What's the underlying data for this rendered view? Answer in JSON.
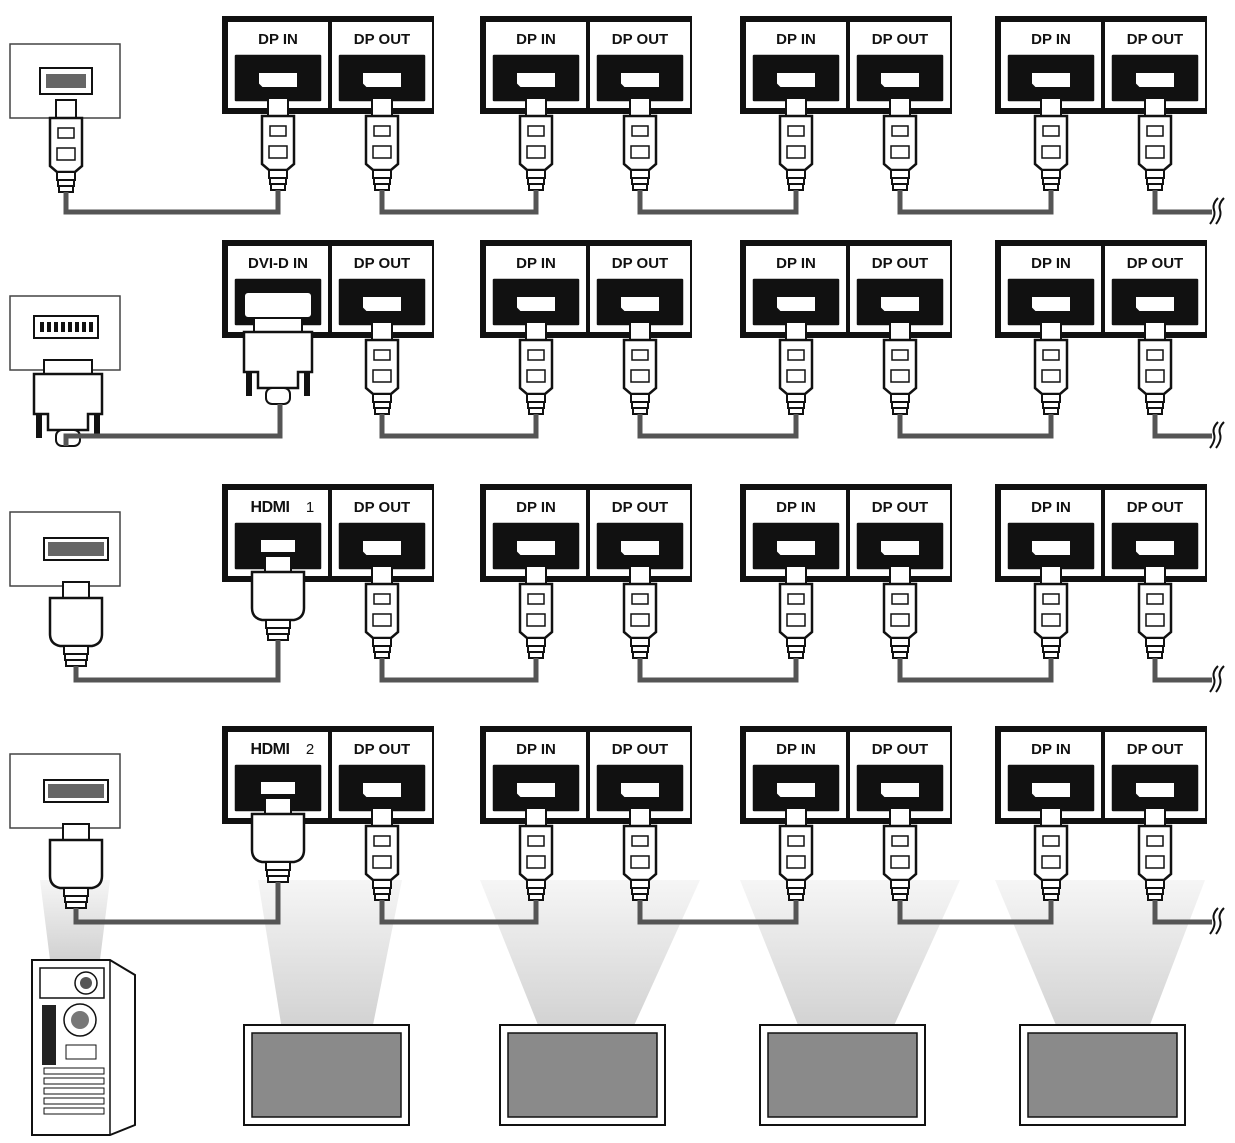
{
  "labels": {
    "dp_in": "DP IN",
    "dp_out": "DP OUT",
    "dvi_d_in": "DVI-D IN",
    "hdmi_word": "HDMI",
    "hdmi1_num": "1",
    "hdmi2_num": "2"
  },
  "rows": [
    {
      "source": "displayport",
      "first_input": "dp_in"
    },
    {
      "source": "dvi",
      "first_input": "dvi_d_in"
    },
    {
      "source": "hdmi",
      "first_input": "hdmi1"
    },
    {
      "source": "hdmi",
      "first_input": "hdmi2"
    }
  ],
  "displays_per_row": 4,
  "colors": {
    "panel": "#111111",
    "cable": "#555555",
    "beam": "#d9d9d9",
    "screen": "#8a8a8a"
  },
  "icons": [
    "computer-tower-icon",
    "monitor-icon"
  ]
}
